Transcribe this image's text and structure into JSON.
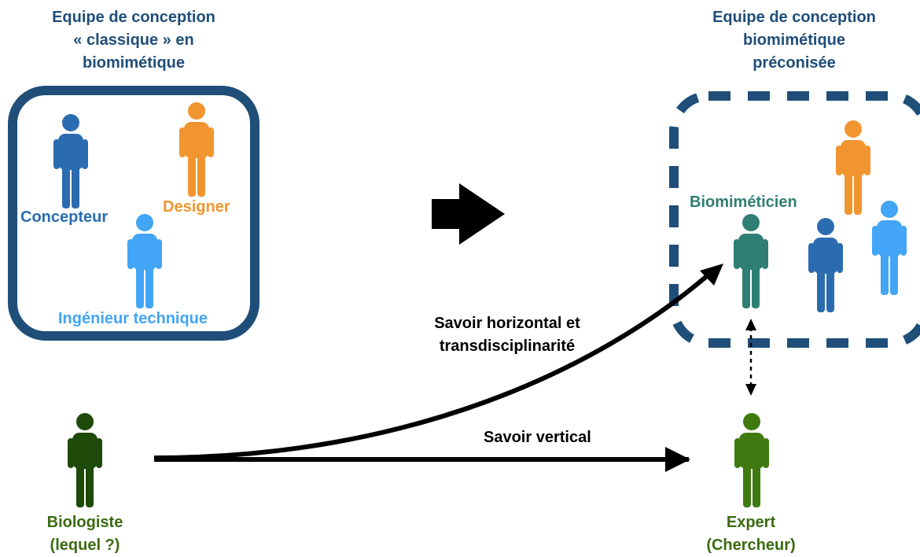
{
  "left_team": {
    "title_lines": [
      "Equipe de conception",
      "« classique » en",
      "biomimétique"
    ],
    "members": {
      "concepteur": "Concepteur",
      "designer": "Designer",
      "ingenieur": "Ingénieur technique"
    }
  },
  "right_team": {
    "title_lines": [
      "Equipe de conception",
      "biomimétique",
      "préconisée"
    ],
    "members": {
      "biomimeticien": "Biomiméticien"
    }
  },
  "biologist": {
    "lines": [
      "Biologiste",
      "(lequel ?)"
    ]
  },
  "expert": {
    "lines": [
      "Expert",
      "(Chercheur)"
    ]
  },
  "arrows": {
    "horizontal_lines": [
      "Savoir horizontal et",
      "transdisciplinarité"
    ],
    "vertical": "Savoir vertical"
  },
  "colors": {
    "box_border": "#1f4e79",
    "concepteur": "#2b6cb0",
    "designer": "#f0952f",
    "ingenieur": "#42a5f5",
    "biomimeticien": "#2f7e73",
    "biologist": "#1e4a0a",
    "expert": "#3f7a10"
  }
}
